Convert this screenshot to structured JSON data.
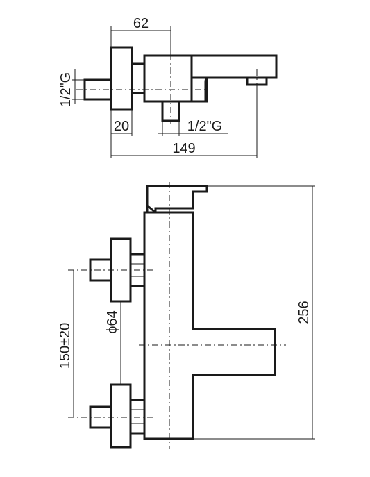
{
  "top_view": {
    "dims": {
      "width_62": "62",
      "thread_left": "1/2\"G",
      "depth_20": "20",
      "thread_bottom": "1/2\"G",
      "total_149": "149"
    }
  },
  "front_view": {
    "dims": {
      "height_256": "256",
      "diameter_64": "ϕ64",
      "centers_150": "150±20"
    }
  }
}
